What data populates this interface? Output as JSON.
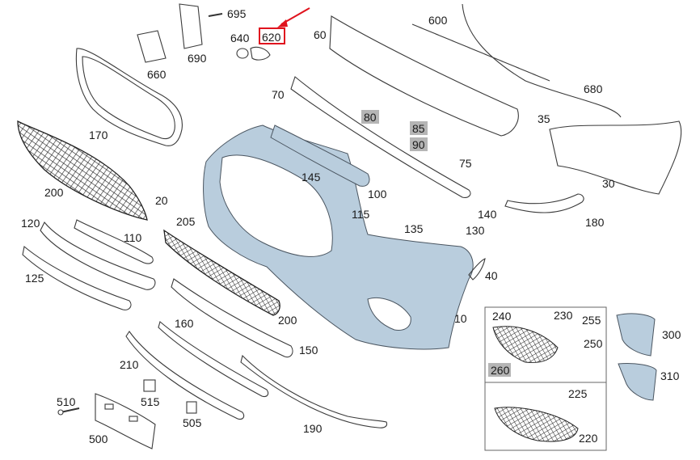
{
  "labels": {
    "l600": "600",
    "l695": "695",
    "l640": "640",
    "l620": "620",
    "l60": "60",
    "l690": "690",
    "l660": "660",
    "l680": "680",
    "l170": "170",
    "l70": "70",
    "l80": "80",
    "l85": "85",
    "l90": "90",
    "l35": "35",
    "l200a": "200",
    "l75": "75",
    "l30": "30",
    "l145": "145",
    "l100": "100",
    "l20": "20",
    "l115": "115",
    "l140": "140",
    "l180": "180",
    "l120": "120",
    "l205": "205",
    "l110": "110",
    "l135": "135",
    "l130": "130",
    "l125": "125",
    "l40": "40",
    "l200b": "200",
    "l10": "10",
    "l240": "240",
    "l230": "230",
    "l255": "255",
    "l300": "300",
    "l160": "160",
    "l250": "250",
    "l150": "150",
    "l210": "210",
    "l260": "260",
    "l310": "310",
    "l510": "510",
    "l515": "515",
    "l225": "225",
    "l505": "505",
    "l190": "190",
    "l500": "500",
    "l220": "220"
  },
  "highlight": {
    "label": "620",
    "color": "#e0141e"
  },
  "colors": {
    "bumper": "#b9cddd",
    "gray_label_bg": "#b5b5b5"
  }
}
